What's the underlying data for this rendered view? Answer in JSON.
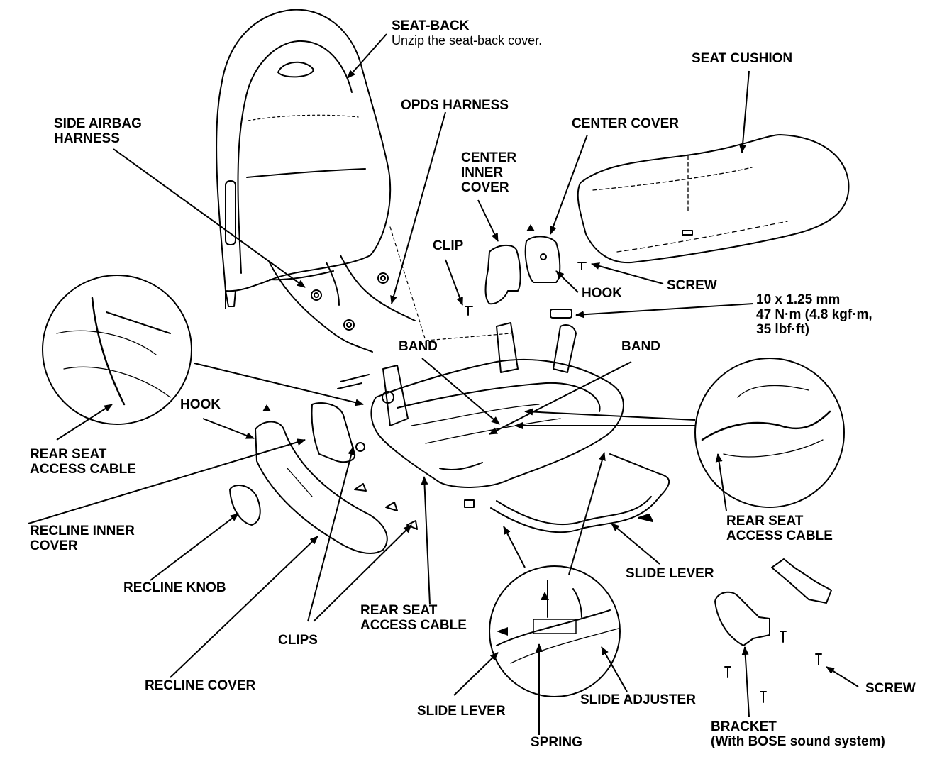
{
  "labels": {
    "seat_back_title": "SEAT-BACK",
    "seat_back_note": "Unzip the seat-back cover.",
    "seat_cushion": "SEAT CUSHION",
    "opds_harness": "OPDS HARNESS",
    "side_airbag_1": "SIDE AIRBAG",
    "side_airbag_2": "HARNESS",
    "center_cover": "CENTER COVER",
    "center_inner_1": "CENTER",
    "center_inner_2": "INNER",
    "center_inner_3": "COVER",
    "clip": "CLIP",
    "hook_center": "HOOK",
    "screw_top": "SCREW",
    "torque_1": "10 x 1.25 mm",
    "torque_2": "47 N·m (4.8 kgf·m,",
    "torque_3": "35 lbf·ft)",
    "band_left": "BAND",
    "band_right": "BAND",
    "hook_left": "HOOK",
    "rear_cable_left_1": "REAR SEAT",
    "rear_cable_left_2": "ACCESS CABLE",
    "recline_inner_1": "RECLINE INNER",
    "recline_inner_2": "COVER",
    "recline_knob": "RECLINE KNOB",
    "clips": "CLIPS",
    "recline_cover": "RECLINE COVER",
    "rear_cable_mid_1": "REAR SEAT",
    "rear_cable_mid_2": "ACCESS CABLE",
    "rear_cable_right_1": "REAR SEAT",
    "rear_cable_right_2": "ACCESS CABLE",
    "slide_lever_right": "SLIDE LEVER",
    "slide_lever_bottom": "SLIDE LEVER",
    "slide_adjuster": "SLIDE ADJUSTER",
    "spring": "SPRING",
    "screw_bottom": "SCREW",
    "bracket_1": "BRACKET",
    "bracket_2": "(With BOSE sound system)"
  },
  "colors": {
    "ink": "#000000",
    "paper": "#ffffff"
  }
}
